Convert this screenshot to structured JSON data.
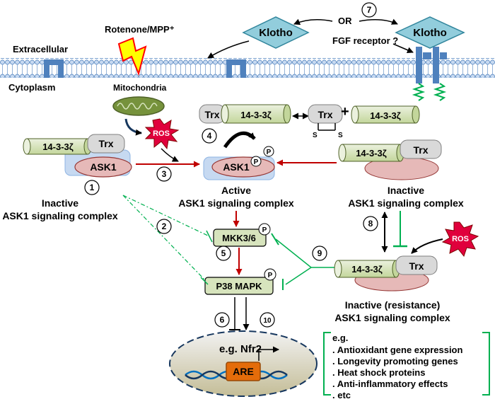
{
  "membrane": {
    "extracellular": "Extracellular",
    "cytoplasm": "Cytoplasm",
    "rotenone": "Rotenone/MPP⁺",
    "mitochondria": "Mitochondria",
    "klotho": "Klotho",
    "or": "OR",
    "fgf_receptor": "FGF receptor ?"
  },
  "proteins": {
    "trx": "Trx",
    "fourteen33": "14-3-3ζ",
    "ask1": "ASK1",
    "ros": "ROS",
    "p": "P",
    "s": "S",
    "plus": "+",
    "mkk": "MKK3/6",
    "p38": "P38 MAPK",
    "nfr2": "e.g. Nfr2",
    "are": "ARE"
  },
  "complexes": {
    "inactive": "Inactive",
    "inactive_complex": "ASK1 signaling complex",
    "active": "Active",
    "active_complex": "ASK1 signaling complex",
    "inactive_right": "Inactive",
    "inactive_right_complex": "ASK1 signaling complex",
    "resistance": "Inactive (resistance)",
    "resistance_complex": "ASK1 signaling complex"
  },
  "steps": [
    "1",
    "2",
    "3",
    "4",
    "5",
    "6",
    "7",
    "8",
    "9",
    "10"
  ],
  "effects": {
    "eg": "e.g.",
    "items": [
      ". Antioxidant gene expression",
      ". Longevity promoting genes",
      ". Heat shock proteins",
      ". Anti-inflammatory effects",
      ". etc"
    ]
  },
  "colors": {
    "membrane": "#4f81bd",
    "klotho": "#92cddc",
    "fourteen33": "#d7e4bd",
    "trx": "#d9d9d9",
    "ask1": "#e6b9b8",
    "base": "#c6d9f1",
    "ros": "#e0003c",
    "nucleus": "#ddd9c4",
    "are": "#e46c0a",
    "red_arrow": "#c00000",
    "green": "#00b050"
  }
}
